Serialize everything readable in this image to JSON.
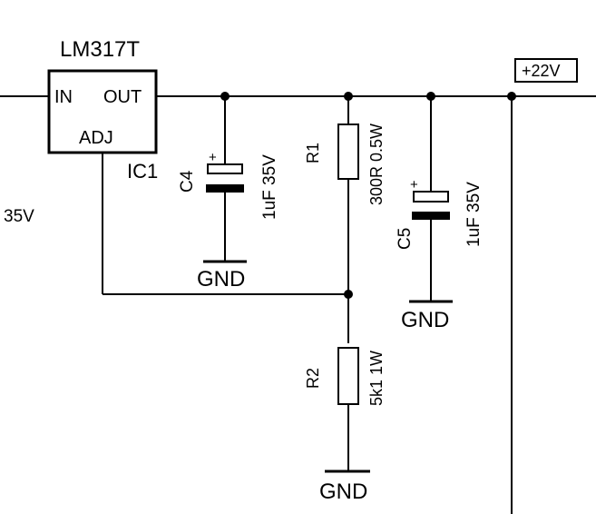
{
  "regulator": {
    "part": "LM317T",
    "pin_in": "IN",
    "pin_out": "OUT",
    "pin_adj": "ADJ",
    "ref": "IC1"
  },
  "input_label": "35V",
  "output_label": "+22V",
  "c4": {
    "ref": "C4",
    "value": "1uF 35V",
    "polarity": "+"
  },
  "c5": {
    "ref": "C5",
    "value": "1uF 35V",
    "polarity": "+"
  },
  "r1": {
    "ref": "R1",
    "value": "300R 0.5W"
  },
  "r2": {
    "ref": "R2",
    "value": "5k1 1W"
  },
  "gnd_label": "GND"
}
